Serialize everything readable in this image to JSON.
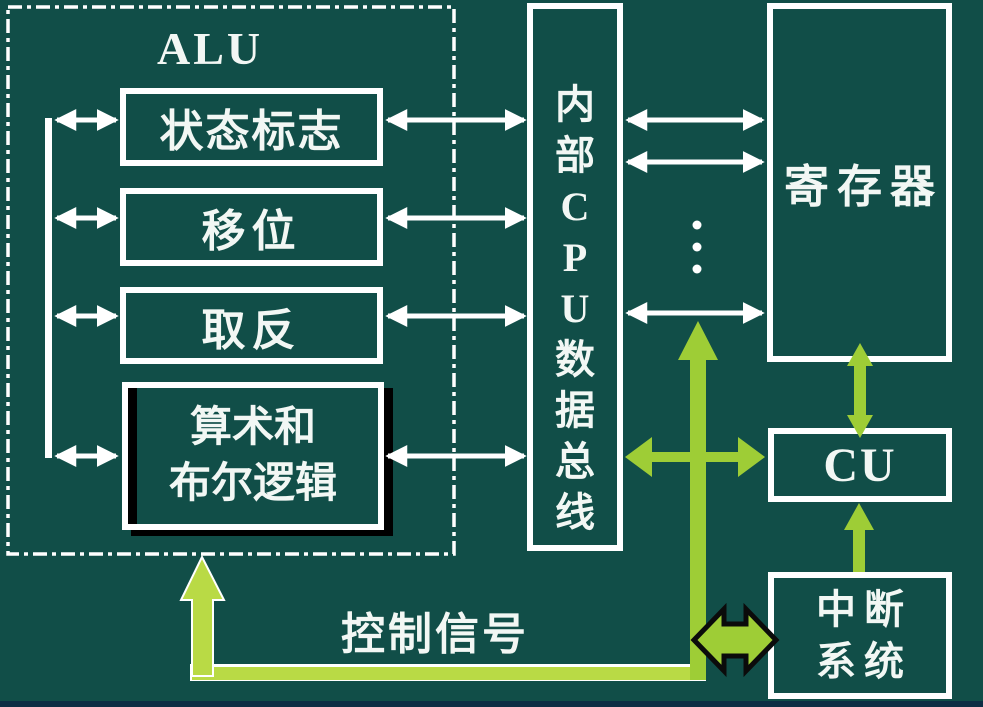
{
  "colors": {
    "background": "#114e48",
    "bottom_strip": "#0e2d44",
    "box_border": "#ffffff",
    "text": "#f2f7f4",
    "arrow_white": "#ffffff",
    "green": "#9ecd36",
    "green_light": "#b9da45",
    "arrow_outline_black": "#0b0b0b"
  },
  "diagram": {
    "alu": {
      "title": "ALU",
      "units": [
        {
          "label": "状态标志"
        },
        {
          "label": "移位"
        },
        {
          "label": "取反"
        },
        {
          "label": "算术和布尔逻辑",
          "line1": "算术和",
          "line2": "布尔逻辑"
        }
      ]
    },
    "bus": {
      "label": "内部CPU数据总线",
      "chars": [
        "内",
        "部",
        "C",
        "P",
        "U",
        "数",
        "据",
        "总",
        "线"
      ]
    },
    "register": {
      "label": "寄存器"
    },
    "cu": {
      "label": "CU"
    },
    "interrupt": {
      "label": "中断系统",
      "line1": "中断",
      "line2": "系统"
    },
    "control_signal_label": "控制信号"
  },
  "icons": {
    "vertical_ellipsis": "⋮"
  }
}
